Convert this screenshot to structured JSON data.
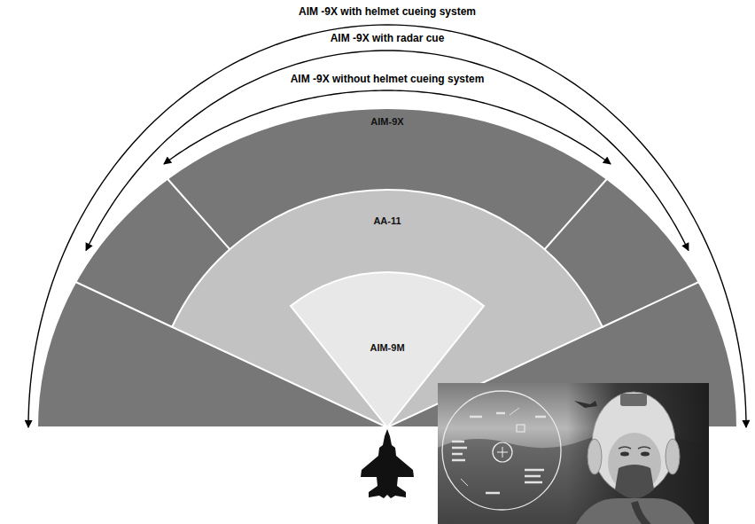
{
  "diagram": {
    "nodes": [
      {
        "text": [
          "AIM-9X"
        ]
      },
      {
        "text": [
          "AA-11"
        ],
        "in": 0
      },
      {
        "text": [
          "AIM-9M"
        ],
        "in": 1
      }
    ],
    "labels": [
      "AIM -9X with helmet cueing system",
      "AIM -9X with radar cue",
      "AIM -9X without helmet cueing system"
    ]
  }
}
